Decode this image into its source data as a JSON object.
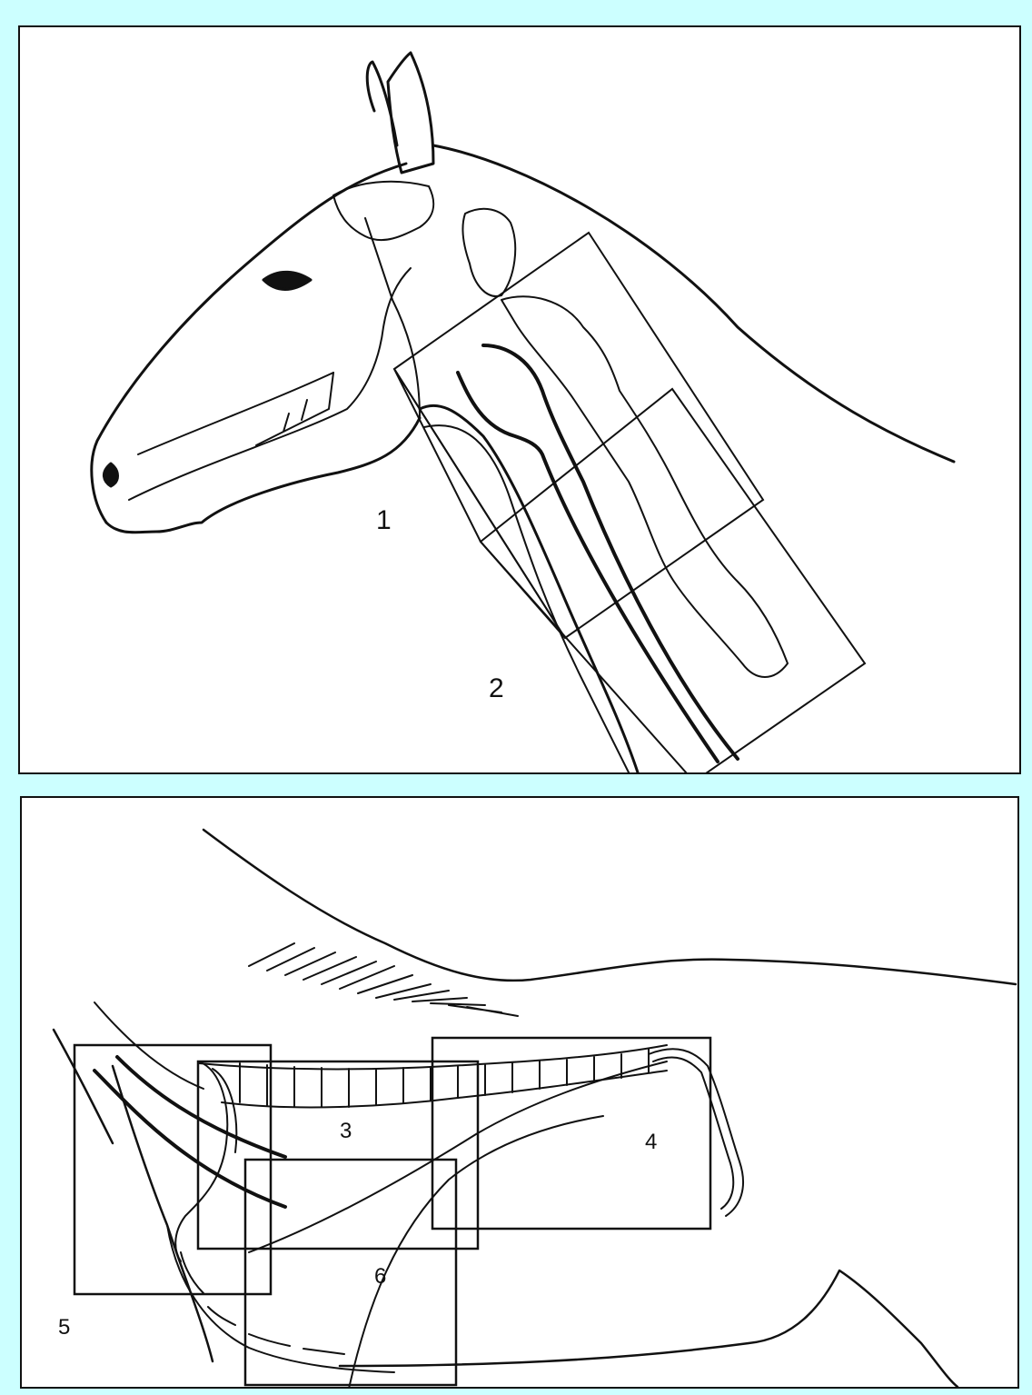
{
  "top_panel": {
    "labels": [
      "1",
      "2"
    ]
  },
  "bottom_panel": {
    "labels": [
      "3",
      "4",
      "5",
      "6"
    ]
  },
  "colors": {
    "background": "#ccffff",
    "panel": "#ffffff",
    "ink": "#111111"
  }
}
